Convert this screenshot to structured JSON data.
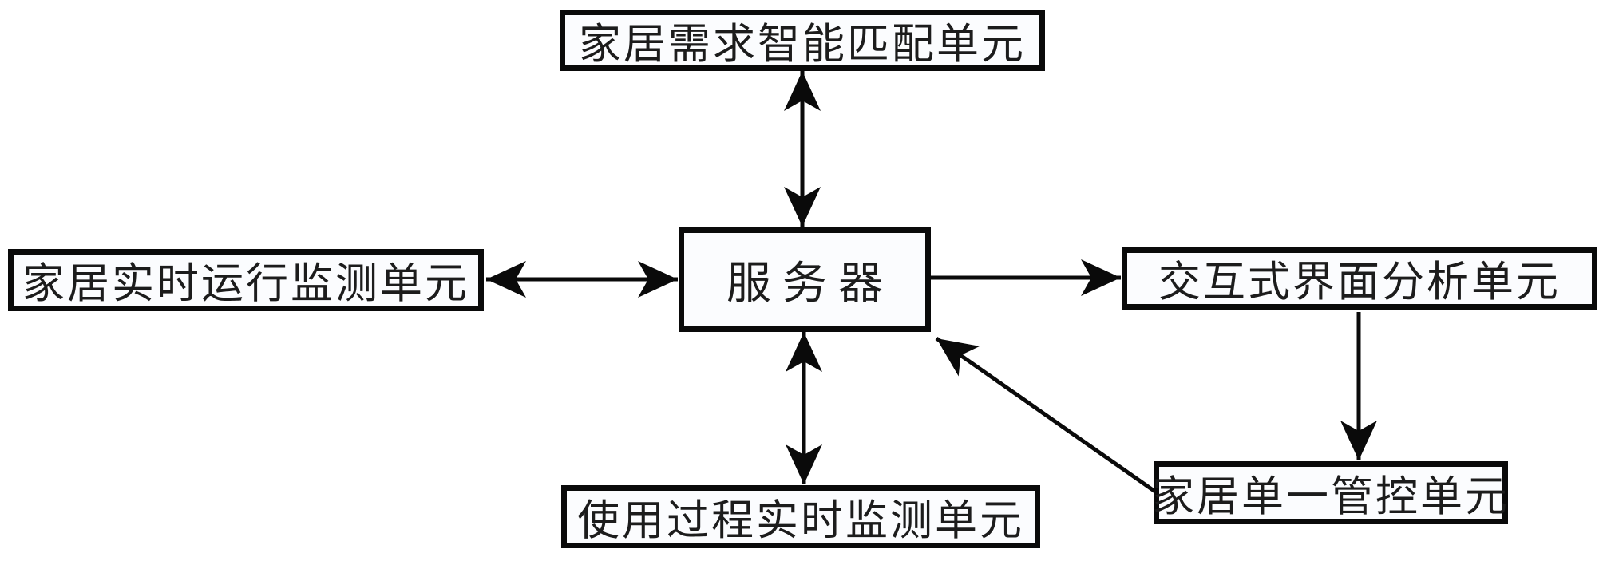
{
  "diagram": {
    "type": "block-diagram",
    "nodes": {
      "home_demand_matching": {
        "label": "家居需求智能匹配单元"
      },
      "home_realtime_monitoring": {
        "label": "家居实时运行监测单元"
      },
      "server": {
        "label": "服务器"
      },
      "interactive_analysis": {
        "label": "交互式界面分析单元"
      },
      "home_single_control": {
        "label": "家居单一管控单元"
      },
      "usage_process_monitoring": {
        "label": "使用过程实时监测单元"
      }
    },
    "edges": [
      {
        "from": "home_demand_matching",
        "to": "server",
        "direction": "bidirectional"
      },
      {
        "from": "home_realtime_monitoring",
        "to": "server",
        "direction": "bidirectional"
      },
      {
        "from": "server",
        "to": "interactive_analysis",
        "direction": "unidirectional"
      },
      {
        "from": "interactive_analysis",
        "to": "home_single_control",
        "direction": "unidirectional"
      },
      {
        "from": "home_single_control",
        "to": "server",
        "direction": "unidirectional"
      },
      {
        "from": "server",
        "to": "usage_process_monitoring",
        "direction": "bidirectional"
      }
    ],
    "colors": {
      "background": "#ffffff",
      "box_fill": "#fbfcfe",
      "box_border": "#0a0a0a",
      "line": "#0a0a0a",
      "text": "#1c1c1c"
    }
  }
}
